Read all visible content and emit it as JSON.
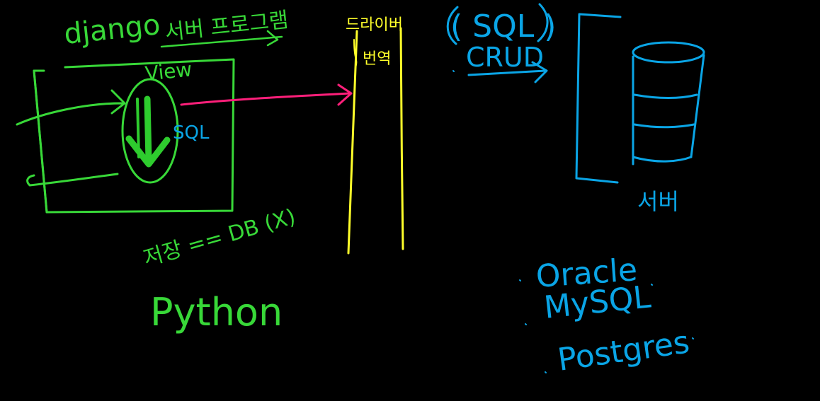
{
  "canvas": {
    "background": "#000000"
  },
  "colors": {
    "green": "#38d838",
    "bright_green": "#2ecc2e",
    "pink": "#ff1f7a",
    "yellow": "#ffff2a",
    "blue": "#0aa5e6"
  },
  "left": {
    "title_en": "django",
    "title_kr": "서버 프로그램",
    "view_label": "View",
    "sql_label": "SQL",
    "note": "저장 == DB (X)",
    "lang": "Python"
  },
  "middle": {
    "label_top": "드라이버",
    "label_sub": "번역"
  },
  "right": {
    "sql_paren": "( SQL )",
    "crud": "CRUD",
    "server_label": "서버",
    "db_list": [
      "Oracle",
      "MySQL",
      "Postgres"
    ]
  }
}
